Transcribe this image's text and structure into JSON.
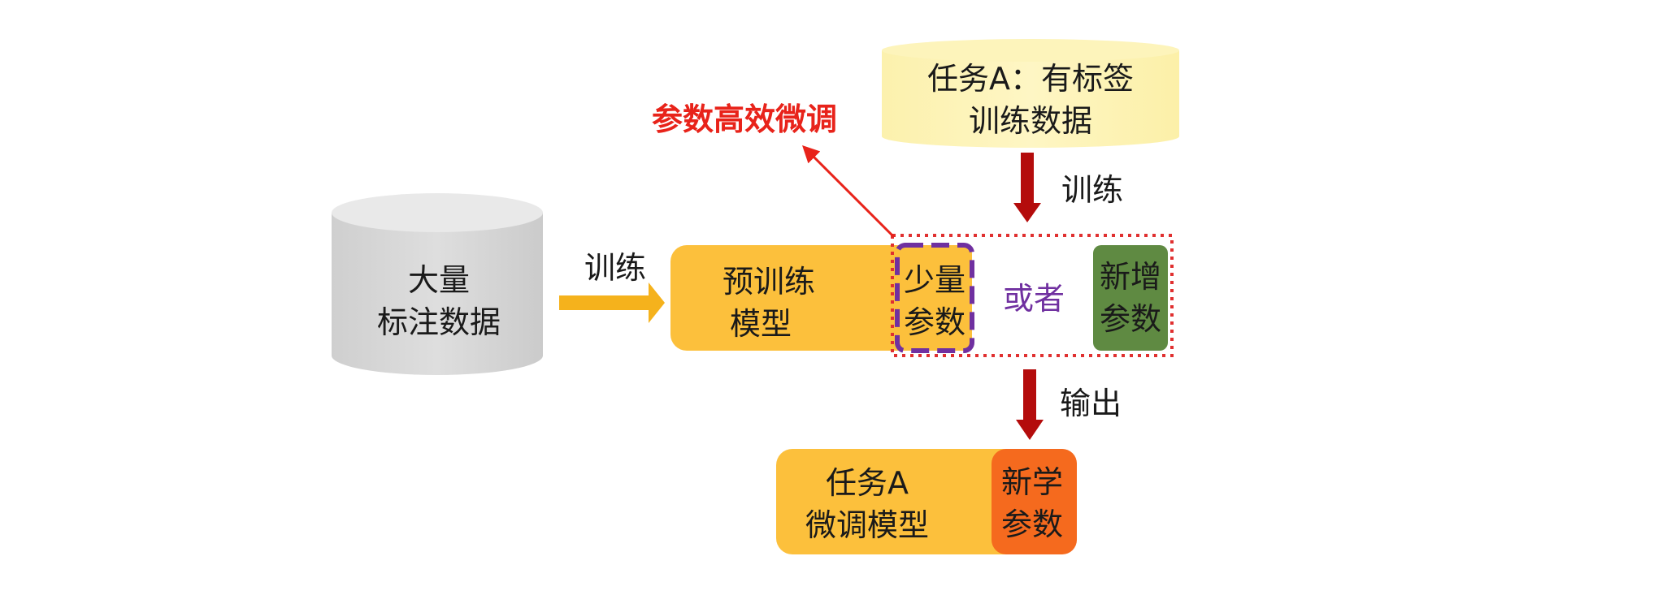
{
  "source_data": {
    "line1": "大量",
    "line2": "标注数据"
  },
  "train_label_1": "训练",
  "pretrained_model": {
    "line1": "预训练",
    "line2": "模型"
  },
  "few_params": {
    "line1": "少量",
    "line2": "参数"
  },
  "or_label": "或者",
  "new_params": {
    "line1": "新增",
    "line2": "参数"
  },
  "peft_label": "参数高效微调",
  "task_data": {
    "line1": "任务A：有标签",
    "line2": "训练数据"
  },
  "train_label_2": "训练",
  "output_label": "输出",
  "finetuned_model": {
    "line1": "任务A",
    "line2": "微调模型"
  },
  "new_learned_params": {
    "line1": "新学",
    "line2": "参数"
  },
  "colors": {
    "cylinder_gray": "#d9d9d9",
    "task_yellow": "#fdf3b3",
    "model_orange": "#fcc03c",
    "new_learned_orange": "#f56a1e",
    "new_params_green": "#5f8a42",
    "dashed_purple": "#7030a0",
    "dotted_red": "#e03030",
    "peft_red": "#e8231a",
    "arrow_darkred": "#b40c0c",
    "arrow_yellow": "#f5b21c",
    "or_purple": "#7030a0"
  }
}
